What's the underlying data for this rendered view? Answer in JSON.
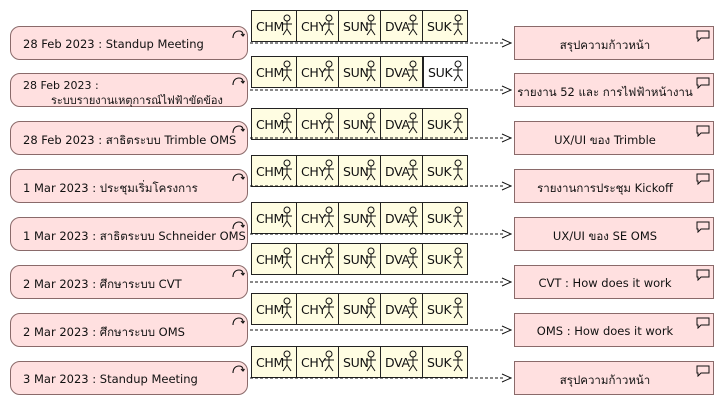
{
  "people": [
    "CHM",
    "CHY",
    "SUN",
    "DVA",
    "SUK"
  ],
  "rows": [
    {
      "event": "28 Feb 2023 : Standup Meeting",
      "output": "สรุปความก้าวหน้า"
    },
    {
      "event": "28 Feb 2023 :\n        ระบบรายงานเหตุการณ์ไฟฟ้าขัดข้อง",
      "output": "รายงาน 52 และ การไฟฟ้าหน้างาน"
    },
    {
      "event": "28 Feb 2023 : สาธิตระบบ Trimble OMS",
      "output": "UX/UI ของ  Trimble"
    },
    {
      "event": "1 Mar 2023 : ประชุมเริ่มโครงการ",
      "output": "รายงานการประชุม Kickoff"
    },
    {
      "event": "1 Mar 2023 : สาธิตระบบ Schneider OMS",
      "output": "UX/UI ของ SE OMS"
    },
    {
      "event": "2 Mar 2023 : ศึกษาระบบ CVT",
      "output": "CVT : How does it work"
    },
    {
      "event": "2 Mar 2023 : ศึกษาระบบ OMS",
      "output": "OMS : How does it work"
    },
    {
      "event": "3 Mar 2023 : Standup Meeting",
      "output": "สรุปความก้าวหน้า"
    }
  ]
}
